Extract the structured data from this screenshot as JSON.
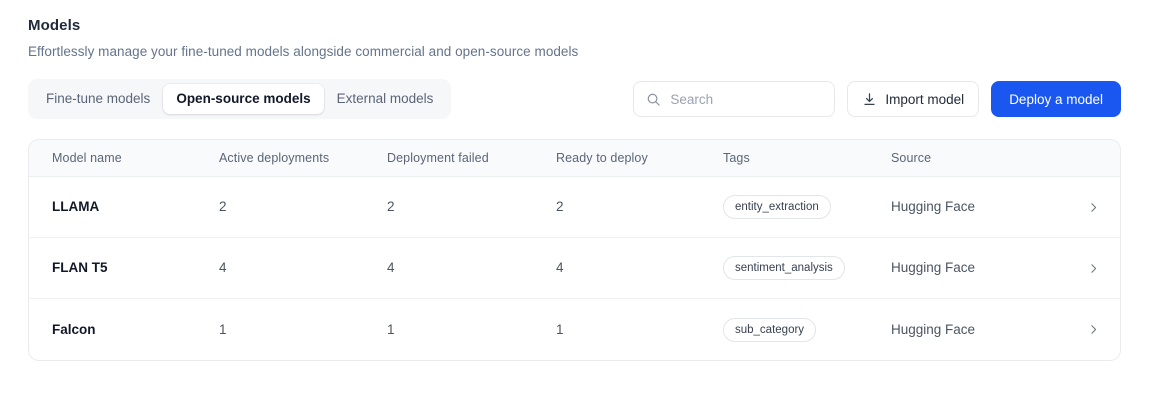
{
  "header": {
    "title": "Models",
    "subtitle": "Effortlessly manage your fine-tuned models alongside commercial and open-source models"
  },
  "toolbar": {
    "tabs": [
      {
        "label": "Fine-tune models",
        "active": false
      },
      {
        "label": "Open-source models",
        "active": true
      },
      {
        "label": "External models",
        "active": false
      }
    ],
    "search": {
      "placeholder": "Search",
      "value": "",
      "icon": "search-icon"
    },
    "import_button": {
      "label": "Import model",
      "icon": "import-download-icon"
    },
    "deploy_button": {
      "label": "Deploy a model",
      "color": "#1a56f0"
    }
  },
  "table": {
    "columns": [
      "Model name",
      "Active deployments",
      "Deployment failed",
      "Ready to deploy",
      "Tags",
      "Source"
    ],
    "rows": [
      {
        "name": "LLAMA",
        "active_deployments": "2",
        "deployment_failed": "2",
        "ready_to_deploy": "2",
        "tag": "entity_extraction",
        "source": "Hugging Face",
        "chevron": "chevron-right-icon"
      },
      {
        "name": "FLAN T5",
        "active_deployments": "4",
        "deployment_failed": "4",
        "ready_to_deploy": "4",
        "tag": "sentiment_analysis",
        "source": "Hugging Face",
        "chevron": "chevron-right-icon"
      },
      {
        "name": "Falcon",
        "active_deployments": "1",
        "deployment_failed": "1",
        "ready_to_deploy": "1",
        "tag": "sub_category",
        "source": "Hugging Face",
        "chevron": "chevron-right-icon"
      }
    ]
  },
  "colors": {
    "primary": "#1a56f0",
    "text_strong": "#111827",
    "text_muted": "#5b6577",
    "border": "#e9ebef",
    "header_bg": "#f9fafc"
  }
}
